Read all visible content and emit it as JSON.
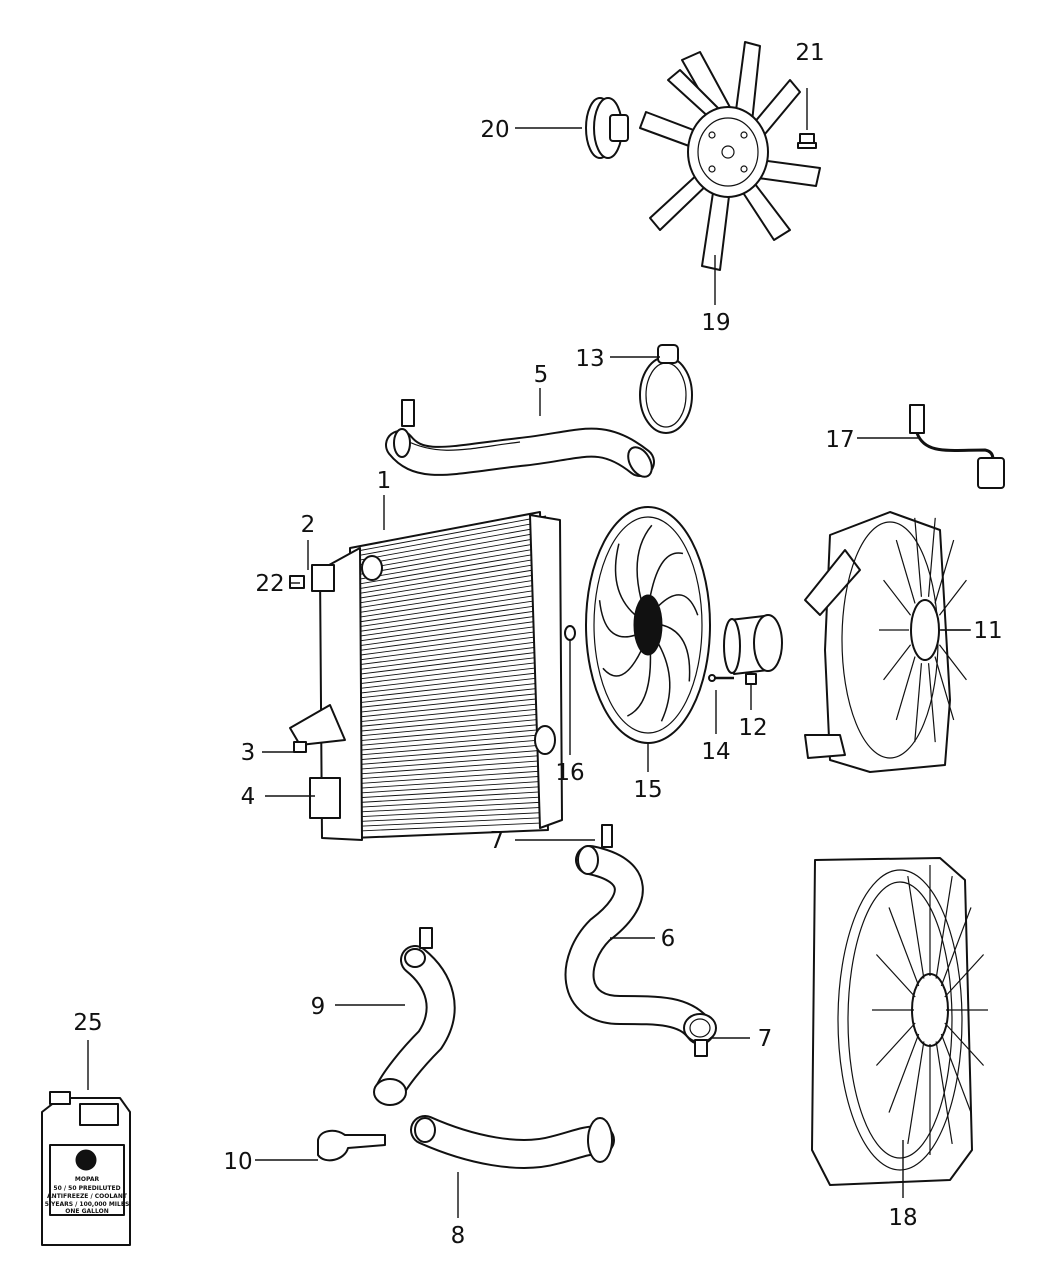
{
  "callouts": {
    "c1": "1",
    "c2": "2",
    "c3": "3",
    "c4": "4",
    "c5": "5",
    "c6": "6",
    "c7a": "7",
    "c7b": "7",
    "c8": "8",
    "c9": "9",
    "c10": "10",
    "c11": "11",
    "c12": "12",
    "c13": "13",
    "c14": "14",
    "c15": "15",
    "c16": "16",
    "c17": "17",
    "c18": "18",
    "c19": "19",
    "c20": "20",
    "c21": "21",
    "c22": "22",
    "c25": "25"
  },
  "jug": {
    "brand": "MOPAR",
    "line1": "50 / 50 PREDILUTED",
    "line2": "ANTIFREEZE / COOLANT",
    "line3": "5 YEARS / 100,000 MILES",
    "line4": "ONE GALLON"
  }
}
